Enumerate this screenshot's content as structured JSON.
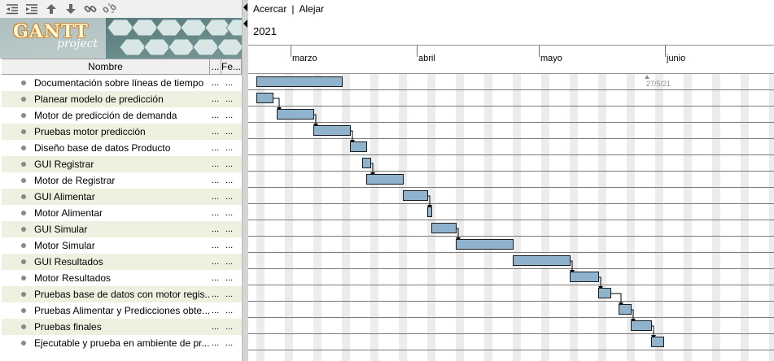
{
  "toolbar": {
    "icons": [
      "outdent-icon",
      "indent-icon",
      "move-up-icon",
      "move-down-icon",
      "link-icon",
      "unlink-icon"
    ]
  },
  "logo": {
    "title": "GANTT",
    "subtitle": "project"
  },
  "table": {
    "columns": [
      "Nombre",
      "...",
      "Fe..."
    ],
    "rows": [
      {
        "name": "Documentación sobre líneas de tiempo",
        "c1": "...",
        "c2": "..."
      },
      {
        "name": "Planear modelo de predicción",
        "c1": "...",
        "c2": "..."
      },
      {
        "name": "Motor de predicción de demanda",
        "c1": "...",
        "c2": "..."
      },
      {
        "name": "Pruebas motor predicción",
        "c1": "...",
        "c2": "..."
      },
      {
        "name": "Diseño base de datos Producto",
        "c1": "...",
        "c2": "..."
      },
      {
        "name": "GUI Registrar",
        "c1": "...",
        "c2": "..."
      },
      {
        "name": "Motor de Registrar",
        "c1": "...",
        "c2": "..."
      },
      {
        "name": "GUI Alimentar",
        "c1": "...",
        "c2": "..."
      },
      {
        "name": "Motor Alimentar",
        "c1": "...",
        "c2": "..."
      },
      {
        "name": "GUI Simular",
        "c1": "...",
        "c2": "..."
      },
      {
        "name": "Motor Simular",
        "c1": "...",
        "c2": "..."
      },
      {
        "name": "GUI Resultados",
        "c1": "...",
        "c2": "..."
      },
      {
        "name": "Motor Resultados",
        "c1": "...",
        "c2": "..."
      },
      {
        "name": "Pruebas base de datos con motor regis...",
        "c1": "...",
        "c2": "..."
      },
      {
        "name": "Pruebas Alimentar y Predicciones obte...",
        "c1": "...",
        "c2": "..."
      },
      {
        "name": "Pruebas finales",
        "c1": "...",
        "c2": "..."
      },
      {
        "name": "Ejecutable y prueba en ambiente de pr...",
        "c1": "...",
        "c2": "..."
      }
    ]
  },
  "chart_header": {
    "zoom_in": "Acercar",
    "separator": "|",
    "zoom_out": "Alejar",
    "year": "2021",
    "months": [
      "marzo",
      "abril",
      "mayo",
      "junio"
    ],
    "today_marker": "27/5/21"
  },
  "colors": {
    "bar_fill": "#8fb3cc",
    "bar_border": "#1a1a1a",
    "weekend_stripe": "#ececec",
    "row_alt": "#f0f0e0"
  },
  "tasks": [
    {
      "start": "2021-02-20",
      "end": "2021-03-12"
    },
    {
      "start": "2021-02-20",
      "end": "2021-02-23"
    },
    {
      "start": "2021-02-25",
      "end": "2021-03-05"
    },
    {
      "start": "2021-03-06",
      "end": "2021-03-14"
    },
    {
      "start": "2021-03-15",
      "end": "2021-03-18"
    },
    {
      "start": "2021-03-18",
      "end": "2021-03-19"
    },
    {
      "start": "2021-03-19",
      "end": "2021-03-27"
    },
    {
      "start": "2021-03-28",
      "end": "2021-04-02"
    },
    {
      "start": "2021-04-03",
      "end": "2021-04-03"
    },
    {
      "start": "2021-04-04",
      "end": "2021-04-09"
    },
    {
      "start": "2021-04-10",
      "end": "2021-04-23"
    },
    {
      "start": "2021-04-24",
      "end": "2021-05-07"
    },
    {
      "start": "2021-05-08",
      "end": "2021-05-14"
    },
    {
      "start": "2021-05-15",
      "end": "2021-05-17"
    },
    {
      "start": "2021-05-20",
      "end": "2021-05-22"
    },
    {
      "start": "2021-05-23",
      "end": "2021-05-27"
    },
    {
      "start": "2021-05-28",
      "end": "2021-05-30"
    }
  ],
  "dependencies": [
    [
      1,
      2
    ],
    [
      2,
      3
    ],
    [
      3,
      4
    ],
    [
      5,
      6
    ],
    [
      7,
      8
    ],
    [
      9,
      10
    ],
    [
      11,
      12
    ],
    [
      12,
      13
    ],
    [
      13,
      14
    ],
    [
      14,
      15
    ],
    [
      15,
      16
    ]
  ]
}
